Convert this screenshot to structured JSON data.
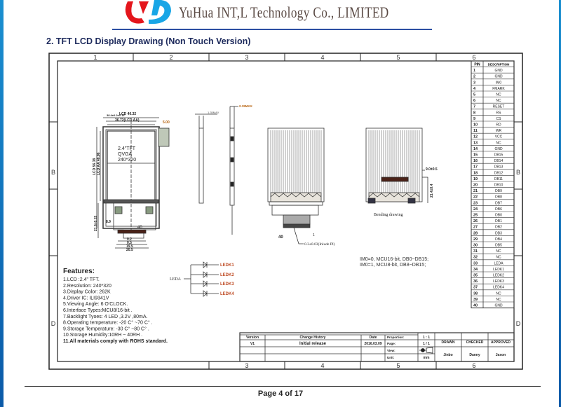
{
  "header": {
    "logo_text": "yh",
    "company": "YuHua INT,L Technology Co., LIMITED",
    "section_title": "2.  TFT LCD Display Drawing (Non Touch Version)"
  },
  "frame": {
    "columns": [
      "1",
      "2",
      "3",
      "4",
      "5",
      "6"
    ],
    "bottom_columns": [
      "3",
      "4",
      "5",
      "6"
    ],
    "rows": [
      "B",
      "D"
    ]
  },
  "front_view": {
    "overall": "38.4±0.2±0.15",
    "lcd_width": "LCD 40.32",
    "lcd_aa": "36.72(LCD AA)",
    "lcd_height": "LCD 56.38",
    "lcd_aa_height": "LCD AA 48.96",
    "offset": "5.00",
    "panel_text": [
      "2.4\"TFT",
      "QVGA",
      "240*320"
    ],
    "fpc_height": "21.6±0.15",
    "fpc_w1": "8.9",
    "pin40": "40",
    "pitch1": "0.2",
    "pitch2": "0.5",
    "fpc_w2": "19.5",
    "fpc_w3": "20.5"
  },
  "side_view": {
    "thickness": "1.35MAX",
    "thickness2": "2.15MAX"
  },
  "back_view": {
    "pin40": "40",
    "pin1": "1",
    "note": "0.3±0.03(Inlude PI)"
  },
  "bending": {
    "caption": "Bending drawing",
    "dim1": "9.0±0.5",
    "dim2": "21.4±0.4"
  },
  "mode_notes": [
    "IM0=0, MCU16-bit, DB0~DB15;",
    "IM0=1, MCU8-bit, DB8~DB15;"
  ],
  "led": {
    "anode": "LEDA",
    "cathodes": [
      "LEDK1",
      "LEDK2",
      "LEDK3",
      "LEDK4"
    ]
  },
  "features": {
    "heading": "Features:",
    "items": [
      "1.LCD :2.4\" TFT.",
      "2.Resolution: 240*320",
      "3.Display Color: 262K",
      "4.Driver IC: ILI9341V",
      "5.Viewing Angle: 6 O'CLOCK.",
      "6.Interface Types:MCU8/16-bit .",
      "7.Backlight Tyoes: 4 LED  ,3.2V  ,80mA.",
      "8.Operating temperature: -20 C° ~70 C° .",
      "9.Storage Temperature: -30 C° ~80 C° .",
      "10.Storage Humidity:10RH ~ 40RH .",
      "11.All materials comply with ROHS standard."
    ]
  },
  "pin_table": {
    "headers": [
      "PIN",
      "DESCRIPTION"
    ],
    "pins": [
      "GND",
      "GND",
      "IM0",
      "FMARK",
      "NC",
      "NC",
      "RESET",
      "RS",
      "CS",
      "RD",
      "WR",
      "VCC",
      "NC",
      "GND",
      "DB15",
      "DB14",
      "DB13",
      "DB12",
      "DB11",
      "DB10",
      "DB9",
      "DB8",
      "DB7",
      "DB6",
      "DB0",
      "DB1",
      "DB2",
      "DB3",
      "DB4",
      "DB5",
      "NC",
      "NC",
      "LEDA",
      "LEDK1",
      "LEDK2",
      "LEDK3",
      "LEDK4",
      "NC",
      "NC",
      "GND"
    ]
  },
  "title_block": {
    "headers": [
      "Version",
      "Change History",
      "Date"
    ],
    "row": [
      "V1",
      "Initial release",
      "2016.03.09"
    ],
    "proportion_label": "Proportion:",
    "proportion": "1 : 1",
    "page_label": "Page:",
    "page": "1 / 1",
    "view_label": "View:",
    "unit_label": "Unit:",
    "unit": "mm",
    "roles": [
      "DRAWN",
      "CHECKED",
      "APPROVED"
    ],
    "names": [
      "Jinbo",
      "Danny",
      "Jason"
    ]
  },
  "footer": {
    "page": "Page 4 of 17"
  }
}
